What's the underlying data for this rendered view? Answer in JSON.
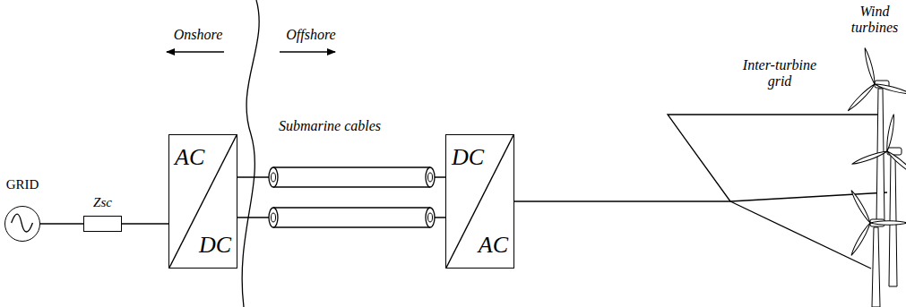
{
  "diagram": {
    "nodes": [
      {
        "text": [
          "GRID"
        ]
      },
      {
        "text": [
          "Zsc"
        ]
      },
      {
        "text": [
          "AC",
          "DC"
        ]
      },
      {
        "text": [
          "DC",
          "AC"
        ]
      }
    ],
    "edges": [
      {
        "from": 0,
        "to": 1,
        "arrow": "none"
      },
      {
        "from": 1,
        "to": 2,
        "arrow": "none"
      },
      {
        "from": 2,
        "to": 3,
        "arrow": "none"
      },
      {
        "from": 2,
        "to": 3,
        "arrow": "none"
      }
    ],
    "labels": [
      "Onshore",
      "Offshore",
      "Submarine cables",
      "Inter-turbine grid",
      "Wind turbines"
    ]
  }
}
